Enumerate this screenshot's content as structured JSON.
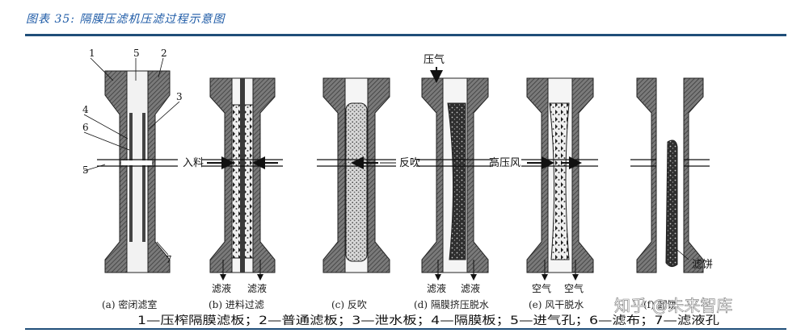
{
  "header": {
    "title": "图表 35:  隔膜压滤机压滤过程示意图",
    "accent_color": "#1d5aa6",
    "rule_color": "#1f4e79"
  },
  "diagram": {
    "part_numbers": [
      "1",
      "5",
      "2",
      "3",
      "4",
      "6",
      "5",
      "7"
    ],
    "panels": [
      {
        "id": "a",
        "caption": "(a) 密闭滤室",
        "bottom_labels": []
      },
      {
        "id": "b",
        "caption": "(b) 进料过滤",
        "bottom_labels": [
          "滤液",
          "滤液"
        ],
        "side_label": "入料"
      },
      {
        "id": "c",
        "caption": "(c) 反吹",
        "bottom_labels": [],
        "side_label": "反吹"
      },
      {
        "id": "d",
        "caption": "(d) 隔膜挤压脱水",
        "bottom_labels": [
          "滤液",
          "滤液"
        ],
        "top_label": "压气"
      },
      {
        "id": "e",
        "caption": "(e) 风干脱水",
        "bottom_labels": [
          "空气",
          "空气"
        ],
        "side_label": "高压风"
      },
      {
        "id": "f",
        "caption": "(f) 卸饼",
        "bottom_labels": [],
        "side_label": "滤饼"
      }
    ],
    "legend": "1—压榨隔膜滤板；2—普通滤板；3—泄水板；4—隔膜板；5—进气孔；6—滤布；7—滤液孔",
    "watermark": "知乎 @未来智库"
  }
}
